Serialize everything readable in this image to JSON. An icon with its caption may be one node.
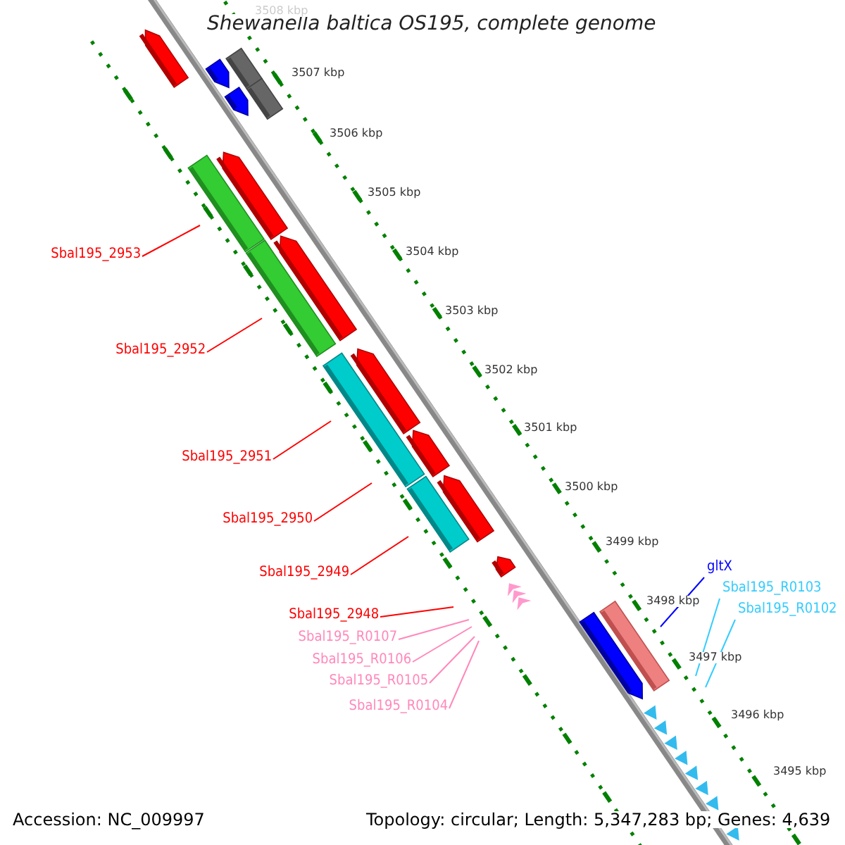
{
  "diagram": {
    "title": "Shewanella baltica OS195, complete genome",
    "nodes": [
      {
        "text": [
          "Sbal195_2953"
        ]
      },
      {
        "text": [
          "Sbal195_2952"
        ]
      },
      {
        "text": [
          "Sbal195_2951"
        ]
      },
      {
        "text": [
          "Sbal195_2950"
        ]
      },
      {
        "text": [
          "Sbal195_2949"
        ]
      },
      {
        "text": [
          "Sbal195_2948"
        ]
      },
      {
        "text": [
          "Sbal195_R0107"
        ]
      },
      {
        "text": [
          "Sbal195_R0106"
        ]
      },
      {
        "text": [
          "Sbal195_R0105"
        ]
      },
      {
        "text": [
          "Sbal195_R0104"
        ]
      },
      {
        "text": [
          "gltX"
        ]
      },
      {
        "text": [
          "Sbal195_R0103"
        ]
      },
      {
        "text": [
          "Sbal195_R0102"
        ]
      }
    ],
    "edges": [
      {
        "from": 0,
        "to": null,
        "arrow": "none"
      },
      {
        "from": 1,
        "to": null,
        "arrow": "none"
      },
      {
        "from": 2,
        "to": null,
        "arrow": "none"
      },
      {
        "from": 3,
        "to": null,
        "arrow": "none"
      },
      {
        "from": 4,
        "to": null,
        "arrow": "none"
      },
      {
        "from": 5,
        "to": null,
        "arrow": "none"
      },
      {
        "from": 6,
        "to": null,
        "arrow": "none",
        "color": "#ff88bb"
      },
      {
        "from": 7,
        "to": null,
        "arrow": "none",
        "color": "#ff88bb"
      },
      {
        "from": 8,
        "to": null,
        "arrow": "none",
        "color": "#ff88bb"
      },
      {
        "from": 9,
        "to": null,
        "arrow": "none",
        "color": "#ff88bb"
      },
      {
        "from": 10,
        "to": null,
        "arrow": "none",
        "color": "#0000ff"
      },
      {
        "from": 11,
        "to": null,
        "arrow": "none",
        "color": "#33ccff"
      },
      {
        "from": 12,
        "to": null,
        "arrow": "none",
        "color": "#33ccff"
      }
    ],
    "labels": [
      "3508 kbp",
      "3507 kbp",
      "3506 kbp",
      "3505 kbp",
      "3504 kbp",
      "3503 kbp",
      "3502 kbp",
      "3501 kbp",
      "3500 kbp",
      "3499 kbp",
      "3498 kbp",
      "3497 kbp",
      "3496 kbp",
      "3495 kbp",
      "Accession: NC_009997",
      "Topology: circular; Length: 5,347,283 bp; Genes: 4,639"
    ]
  }
}
